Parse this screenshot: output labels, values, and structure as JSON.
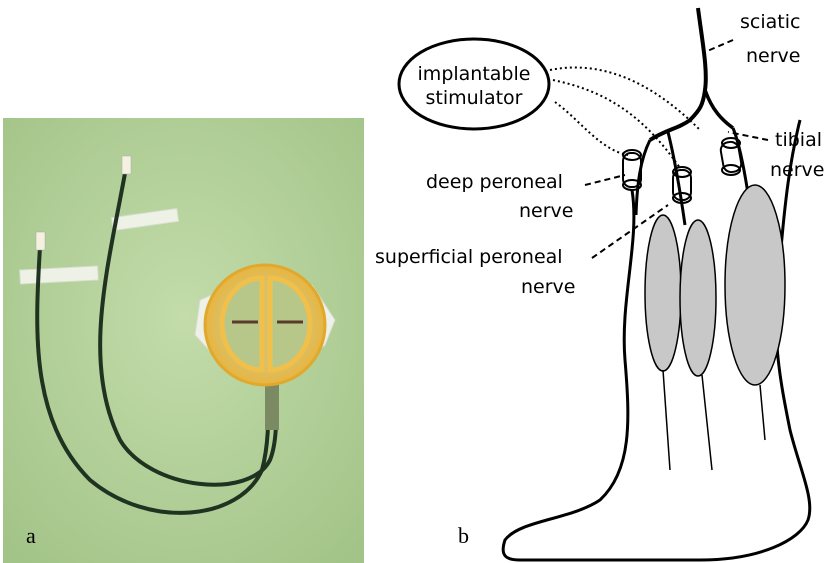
{
  "panels": {
    "a": {
      "letter": "a"
    },
    "b": {
      "letter": "b",
      "labels": {
        "stimulator_line1": "implantable",
        "stimulator_line2": "stimulator",
        "sciatic_line1": "sciatic",
        "sciatic_line2": "nerve",
        "tibial_line1": "tibial",
        "tibial_line2": "nerve",
        "deep_line1": "deep peroneal",
        "deep_line2": "nerve",
        "superficial_line1": "superficial peroneal",
        "superficial_line2": "nerve"
      }
    }
  },
  "colors": {
    "photo_background": "#a9c98e",
    "lead_wire": "#1f3320",
    "housing_ring": "#e8b43a",
    "muscle_fill": "#c8c8c8",
    "outline": "#000000"
  }
}
